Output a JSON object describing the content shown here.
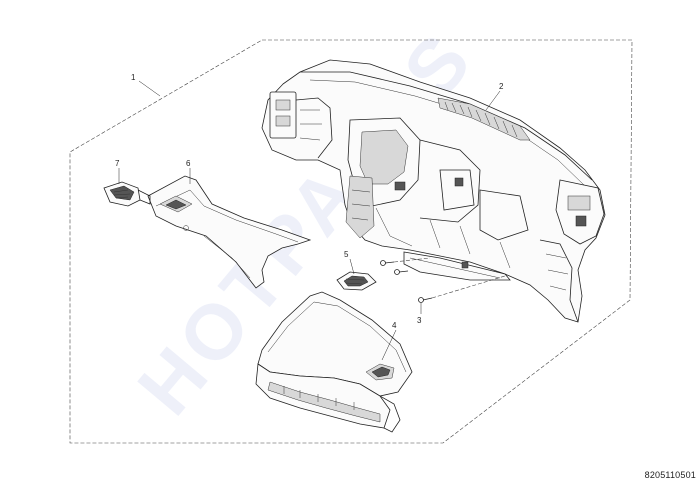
{
  "callouts": {
    "c1": "1",
    "c2": "2",
    "c3": "3",
    "c4": "4",
    "c5": "5",
    "c6": "6",
    "c7": "7"
  },
  "watermark_text": "HOTPARTS",
  "diagram_id": "8205110501"
}
